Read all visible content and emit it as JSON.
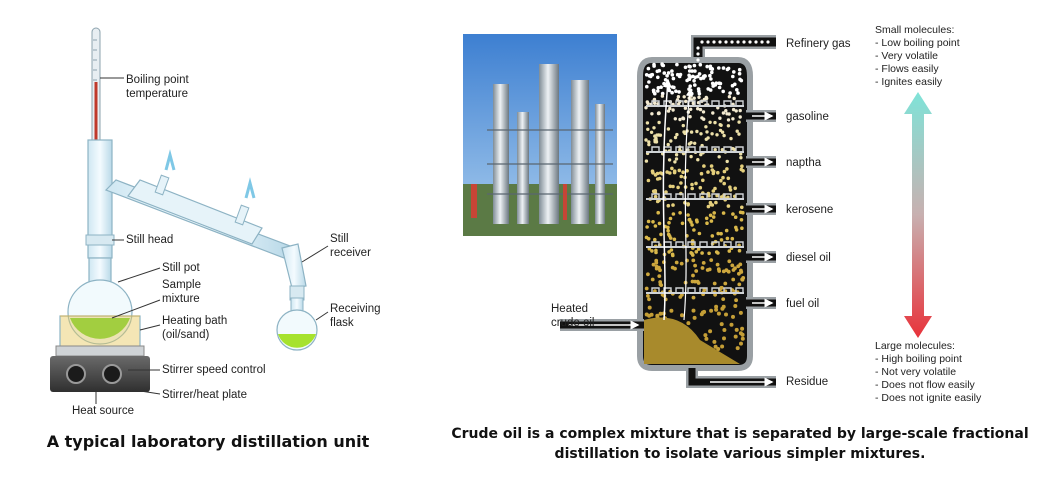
{
  "lab": {
    "labels": {
      "boiling_point": [
        "Boiling point",
        "temperature"
      ],
      "still_head": "Still head",
      "still_pot": "Still pot",
      "sample_mixture": [
        "Sample",
        "mixture"
      ],
      "heating_bath": [
        "Heating bath",
        "(oil/sand)"
      ],
      "stirrer_speed": "Stirrer speed control",
      "stirrer_plate": "Stirrer/heat plate",
      "heat_source": "Heat source",
      "still_receiver": [
        "Still",
        "receiver"
      ],
      "receiving_flask": [
        "Receiving",
        "flask"
      ]
    },
    "caption": "A typical laboratory distillation unit"
  },
  "column": {
    "fractions": [
      "Refinery gas",
      "gasoline",
      "naptha",
      "kerosene",
      "diesel oil",
      "fuel oil",
      "Residue"
    ],
    "feed": [
      "Heated",
      "crude oil"
    ],
    "small_molecules": {
      "title": "Small molecules:",
      "items": [
        "- Low boiling point",
        "- Very volatile",
        "- Flows easily",
        "- Ignites easily"
      ]
    },
    "large_molecules": {
      "title": "Large molecules:",
      "items": [
        "- High boiling point",
        "- Not very volatile",
        "- Does not flow easily",
        "- Does not ignite easily"
      ]
    },
    "colors": {
      "top": "#7fe3d8",
      "bottom": "#e8323a",
      "gas": "#ffffff",
      "oil": "#d9b84a",
      "residue": "#a88a2c"
    }
  },
  "caption": {
    "line1": "Crude oil is a complex mixture that is separated by large-scale fractional",
    "line2": "distillation to isolate various simpler mixtures."
  }
}
